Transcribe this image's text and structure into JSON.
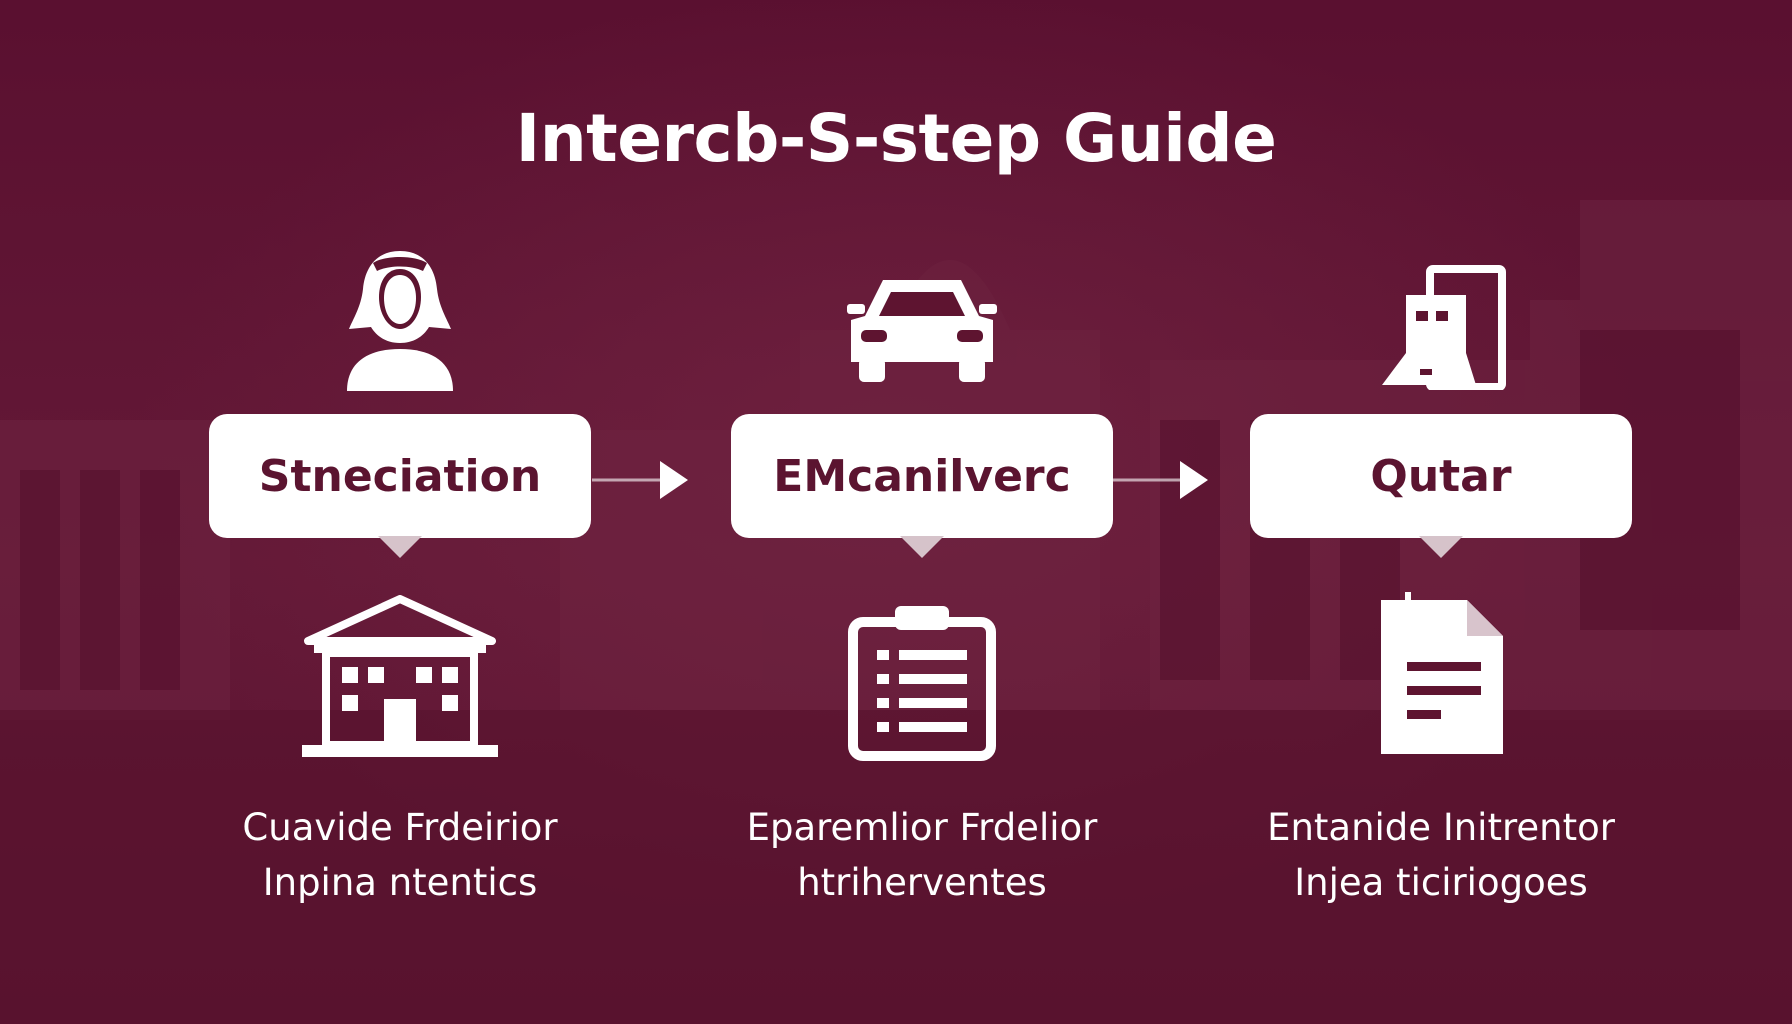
{
  "title": "Intercb-S-step Guide",
  "colors": {
    "background": "#5e1430",
    "box": "#ffffff",
    "box_text": "#5b1430",
    "text": "#ffffff"
  },
  "steps": [
    {
      "label": "Stneciation",
      "top_icon": "person-headscarf-icon",
      "bottom_icon": "building-icon",
      "desc_line1": "Cuavide Frdeirior",
      "desc_line2": "Inpina ntentics"
    },
    {
      "label": "EMcanilverc",
      "top_icon": "car-icon",
      "bottom_icon": "clipboard-list-icon",
      "desc_line1": "Eparemlior Frdelior",
      "desc_line2": "htriherventes"
    },
    {
      "label": "Qutar",
      "top_icon": "document-laptop-icon",
      "bottom_icon": "document-icon",
      "desc_line1": "Entanide Initrentor",
      "desc_line2": "Injea ticiriogoes"
    }
  ]
}
